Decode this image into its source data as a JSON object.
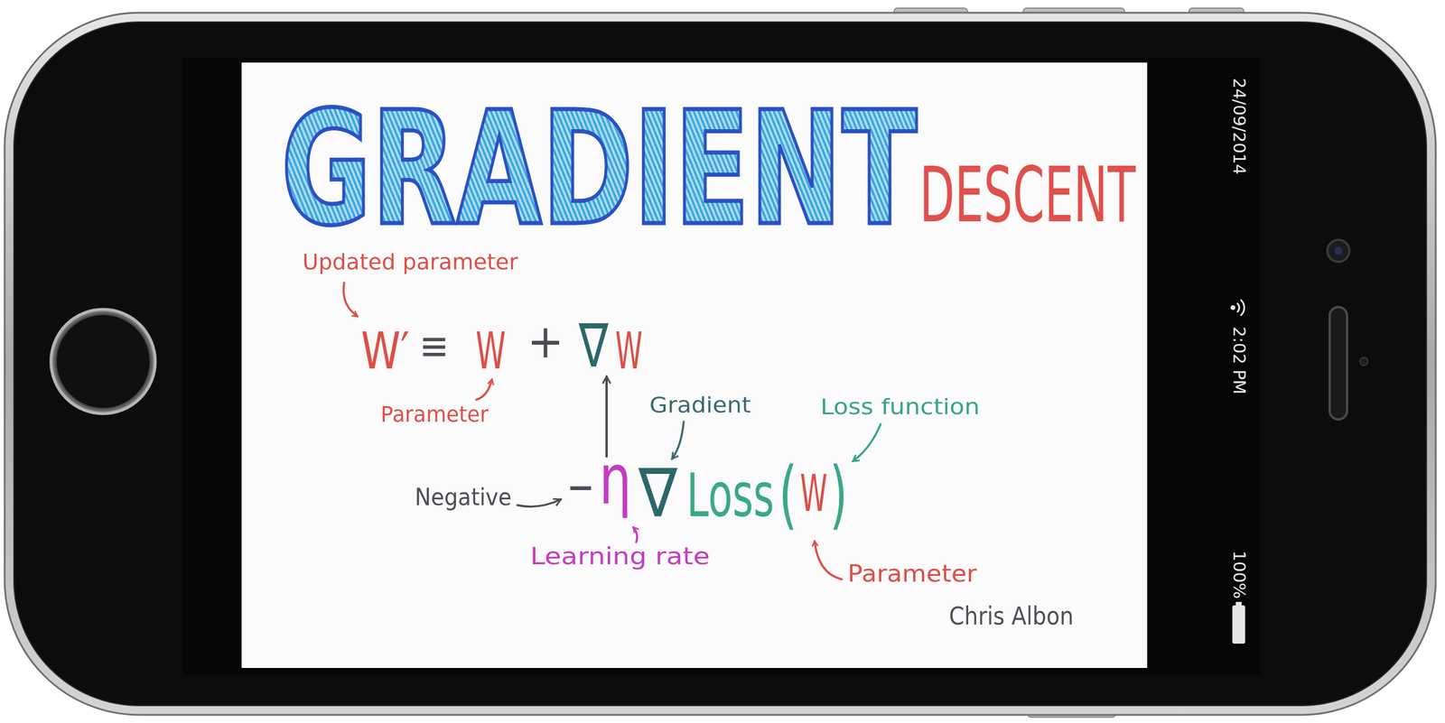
{
  "diagram": {
    "title": "GRADIENT",
    "labels": [
      "DESCENT",
      "Updated parameter",
      "W′",
      "≡",
      "W",
      "+",
      "∇",
      "W",
      "Parameter",
      "Gradient",
      "Loss function",
      "Negative",
      "−",
      "η",
      "∇",
      "Loss",
      "(",
      "W",
      ")",
      "Learning rate",
      "Parameter",
      "Chris Albon",
      "24/09/2014",
      "2:02 PM",
      "100%"
    ]
  }
}
